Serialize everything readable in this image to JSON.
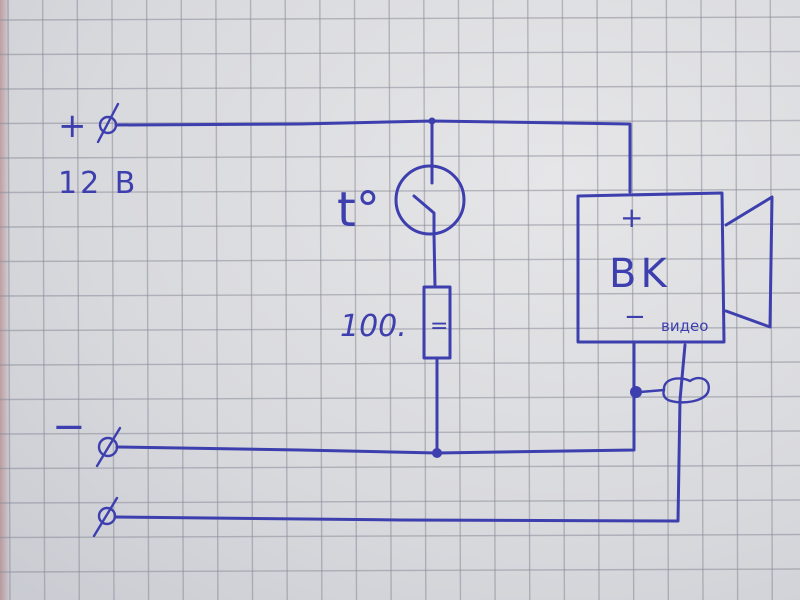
{
  "diagram": {
    "type": "hand-drawn circuit schematic on graph paper",
    "ink_color": "#3d3fae",
    "paper_color": "#dcdde0",
    "grid_color": "#8a8d99"
  },
  "terminals": {
    "positive": {
      "sign": "+",
      "voltage": "12 B"
    },
    "negative": {
      "sign": "−"
    },
    "video_out": {
      "sign": ""
    }
  },
  "components": {
    "thermostat": {
      "label": "t°",
      "icon": "thermal-switch-icon"
    },
    "resistor": {
      "label": "100.",
      "mark": "=",
      "icon": "resistor-icon"
    },
    "camera": {
      "label": "BK",
      "plus": "+",
      "minus": "−",
      "video": "видео",
      "icon": "video-camera-icon"
    },
    "coax": {
      "icon": "coax-connector-icon"
    }
  }
}
